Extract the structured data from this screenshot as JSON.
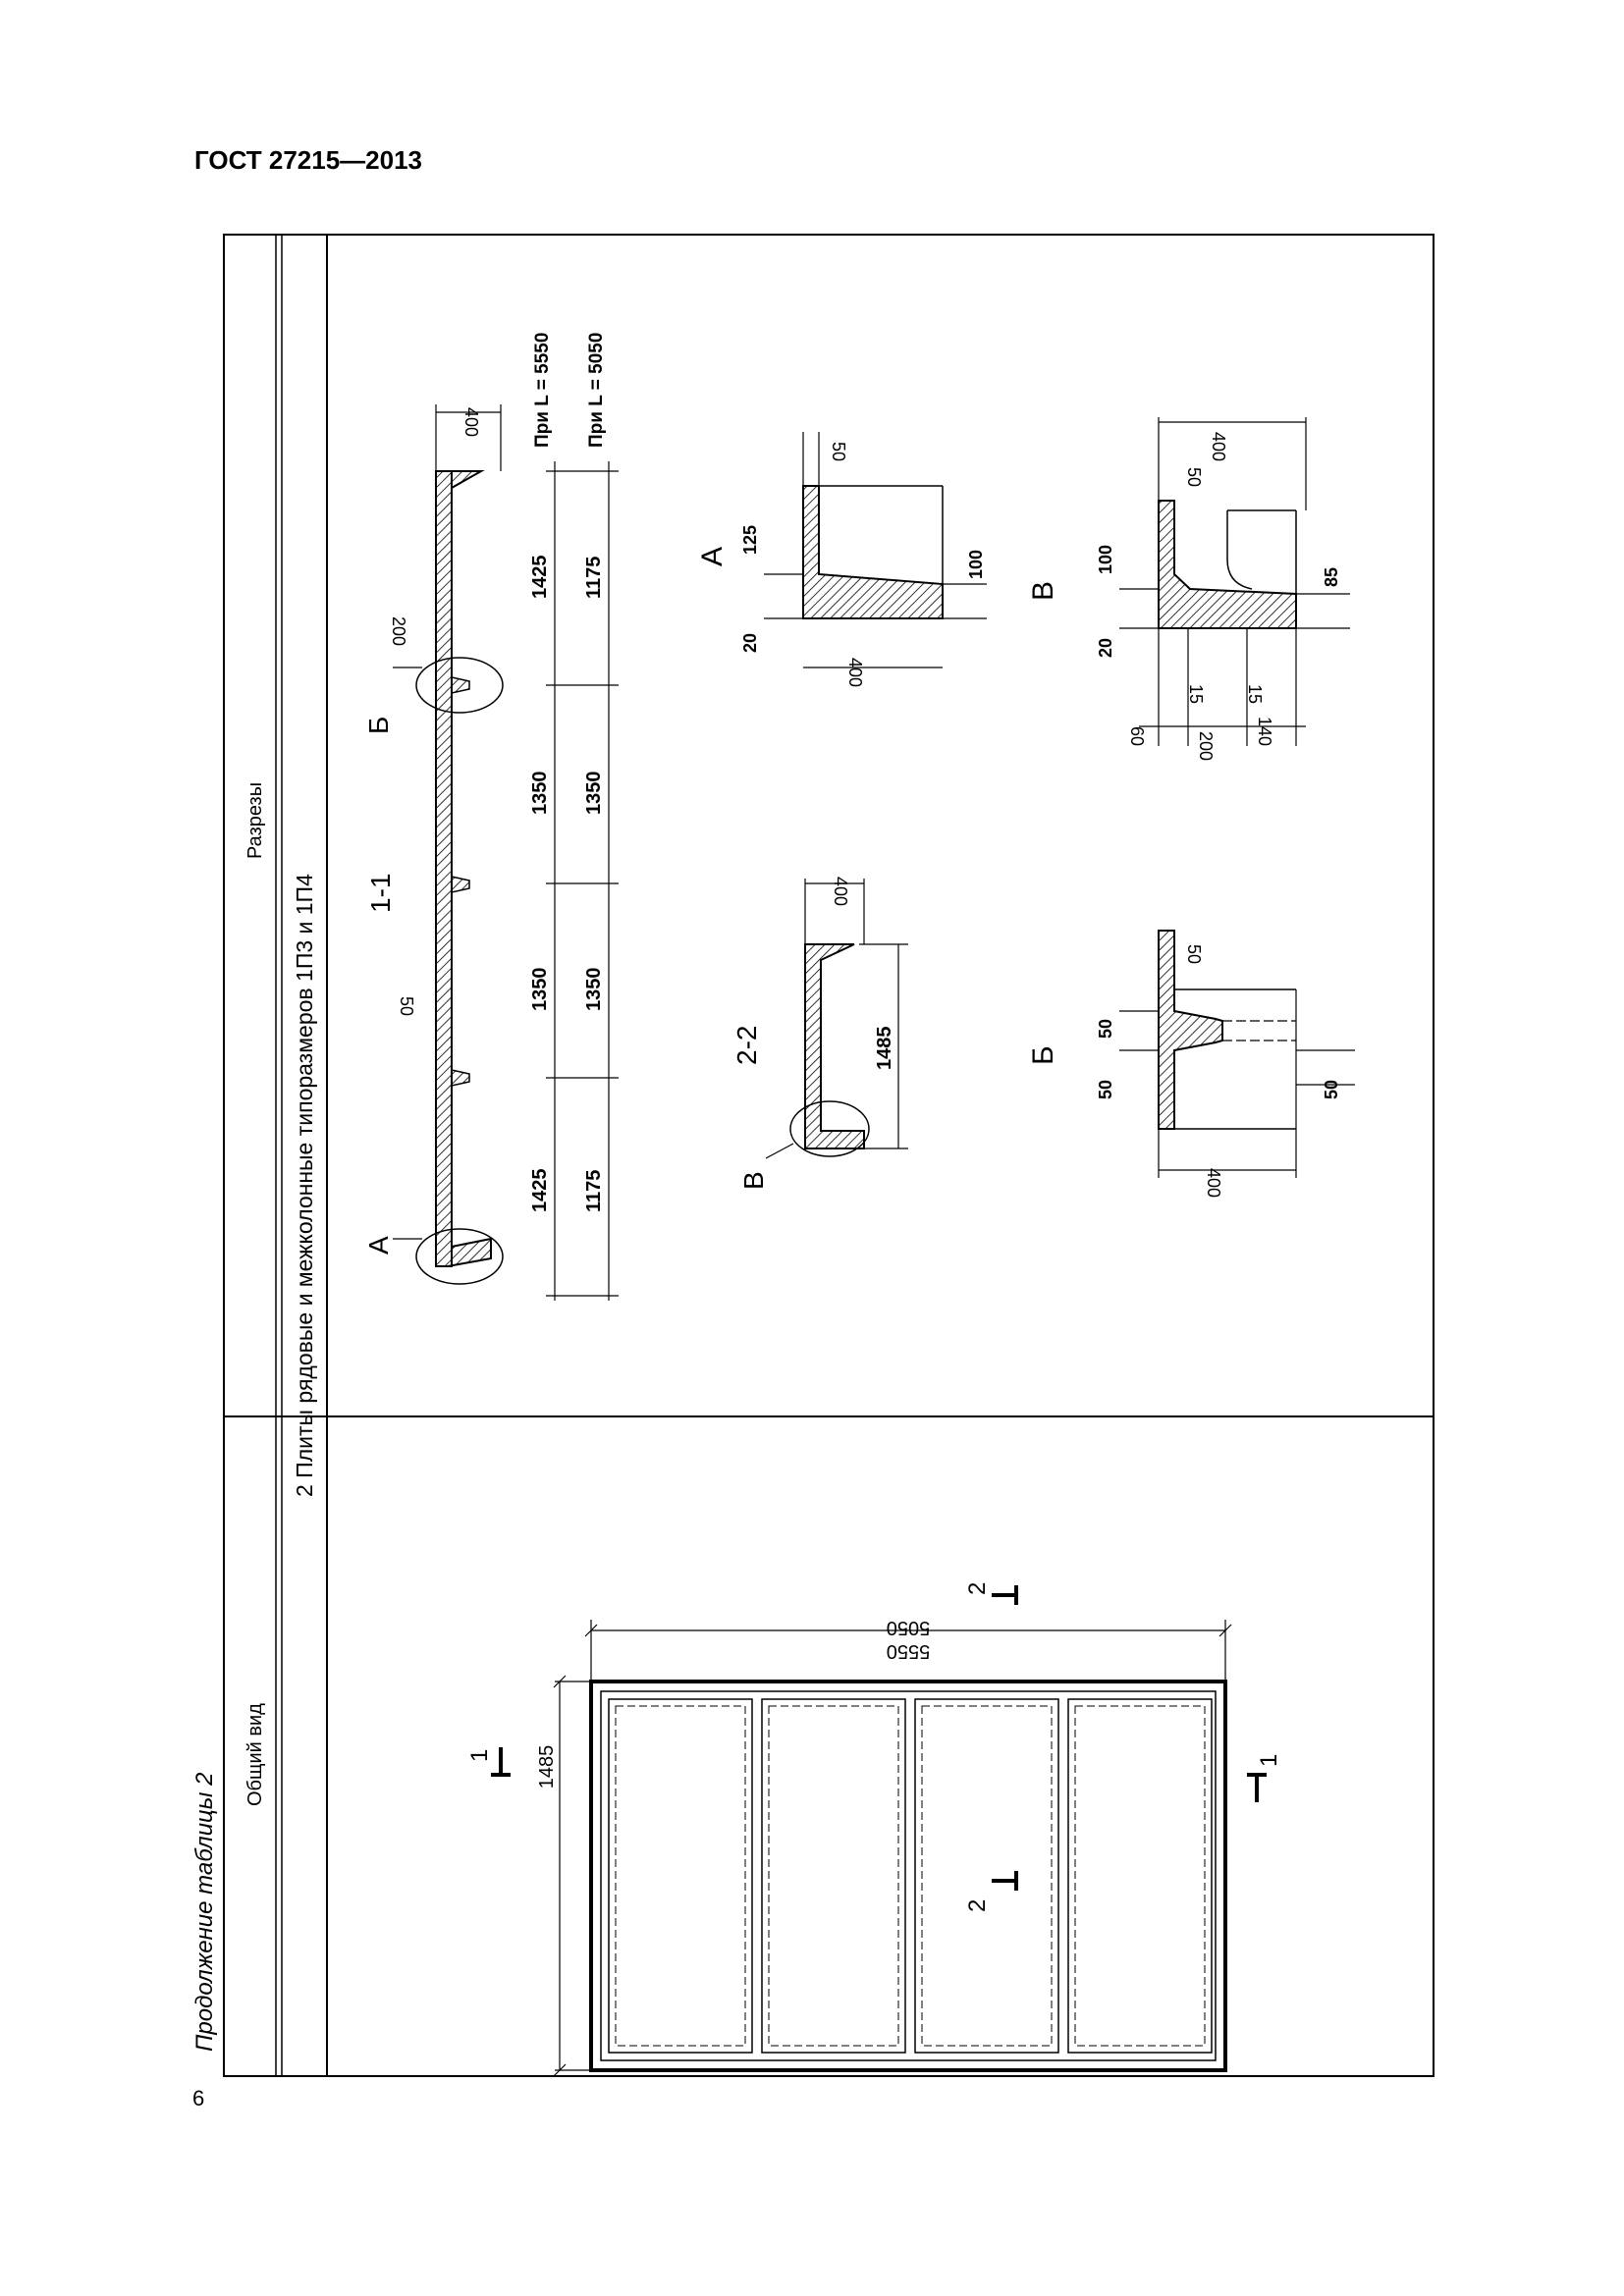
{
  "header": {
    "title": "ГОСТ 27215—2013"
  },
  "page": {
    "number": "6",
    "continuation": "Продолжение таблицы 2"
  },
  "table": {
    "col_general_view": "Общий вид",
    "col_sections": "Разрезы",
    "row_title": "2 Плиты рядовые и межколонные типоразмеров 1П3 и 1П4"
  },
  "plan": {
    "dim_length_1": "5550",
    "dim_length_2": "5050",
    "dim_width": "1485",
    "section_mark_1": "1",
    "section_mark_2": "2"
  },
  "section_1_1": {
    "title": "1-1",
    "callout_a": "А",
    "callout_b": "Б",
    "dim_200": "200",
    "dim_50": "50",
    "dim_400": "400",
    "row1": [
      "1425",
      "1350",
      "1350",
      "1425"
    ],
    "row2": [
      "1175",
      "1350",
      "1350",
      "1175"
    ],
    "note_l5550": "При L = 5550",
    "note_l5050": "При L = 5050"
  },
  "section_2_2": {
    "title": "2-2",
    "callout_v": "В",
    "dim_1485": "1485",
    "dim_400": "400"
  },
  "detail_a": {
    "title": "А",
    "d125": "125",
    "d20": "20",
    "d100": "100",
    "d50": "50",
    "d400": "400"
  },
  "detail_b": {
    "title": "Б",
    "d50a": "50",
    "d50b": "50",
    "d50c": "50",
    "d50d": "50",
    "d400": "400"
  },
  "detail_v": {
    "title": "В",
    "d100": "100",
    "d20": "20",
    "d85": "85",
    "d50": "50",
    "d400": "400",
    "d15a": "15",
    "d15b": "15",
    "d60": "60",
    "d200": "200",
    "d140": "140"
  }
}
